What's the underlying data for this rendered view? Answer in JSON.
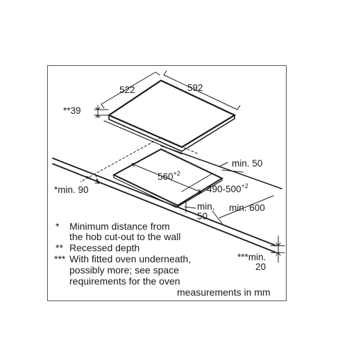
{
  "dimensions": {
    "depth": "522",
    "width": "592",
    "recessed": "**39",
    "cutout_width": "560",
    "cutout_width_tol": "+2",
    "cutout_depth": "490-500",
    "cutout_depth_tol": "+2",
    "wall_min": "min. 50",
    "front_min": "*min. 90",
    "edge_min_a": "min.",
    "edge_min_b": "50",
    "worktop_min": "min. 600",
    "oven_min_a": "***min.",
    "oven_min_b": "20"
  },
  "notes": [
    {
      "mark": "*",
      "lines": [
        "Minimum distance from",
        "the hob cut-out to the wall"
      ]
    },
    {
      "mark": "**",
      "lines": [
        "Recessed depth"
      ]
    },
    {
      "mark": "***",
      "lines": [
        "With fitted oven underneath,",
        "possibly more; see space",
        "requirements for the oven"
      ]
    }
  ],
  "units": "measurements in mm"
}
